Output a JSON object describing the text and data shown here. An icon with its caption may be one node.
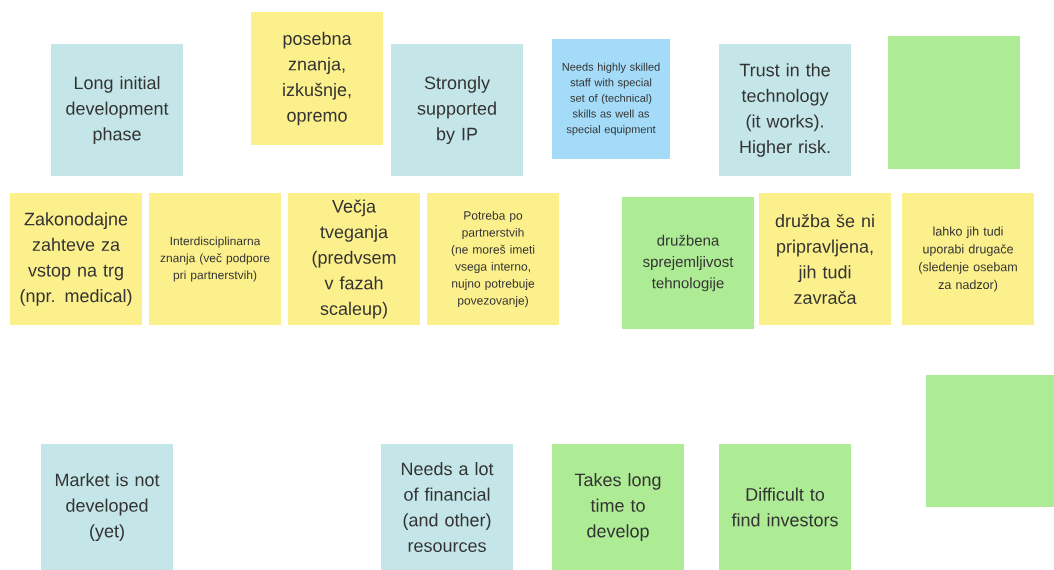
{
  "diagram": {
    "nodes": [
      {
        "text": [
          "Long initial development phase"
        ]
      },
      {
        "text": [
          "posebna znanja, izkušnje, opremo"
        ]
      },
      {
        "text": [
          "Strongly supported by IP"
        ]
      },
      {
        "text": [
          "Needs highly skilled staff with special set of (technical) skills as well as special equipment"
        ]
      },
      {
        "text": [
          "Trust in the technology (it works). Higher risk."
        ]
      },
      {
        "text": [],
        "shape": "box"
      },
      {
        "text": [
          "Zakonodajne zahteve za vstop na trg (npr. medical)"
        ]
      },
      {
        "text": [
          "Interdisciplinarna znanja (več podpore pri partnerstvih)"
        ]
      },
      {
        "text": [
          "Večja tveganja (predvsem v fazah scaleup)"
        ]
      },
      {
        "text": [
          "Potreba po partnerstvih (ne moreš imeti vsega interno, nujno potrebuje povezovanje)"
        ]
      },
      {
        "text": [
          "družbena sprejemljivost tehnologije"
        ]
      },
      {
        "text": [
          "družba še ni pripravljena, jih tudi zavrača"
        ]
      },
      {
        "text": [
          "lahko jih tudi uporabi drugače (sledenje osebam za nadzor)"
        ]
      },
      {
        "text": [],
        "shape": "box"
      },
      {
        "text": [
          "Market is not developed (yet)"
        ]
      },
      {
        "text": [
          "Needs a lot of financial (and other) resources"
        ]
      },
      {
        "text": [
          "Takes long time to develop"
        ]
      },
      {
        "text": [
          "Difficult to find investors"
        ]
      }
    ]
  }
}
